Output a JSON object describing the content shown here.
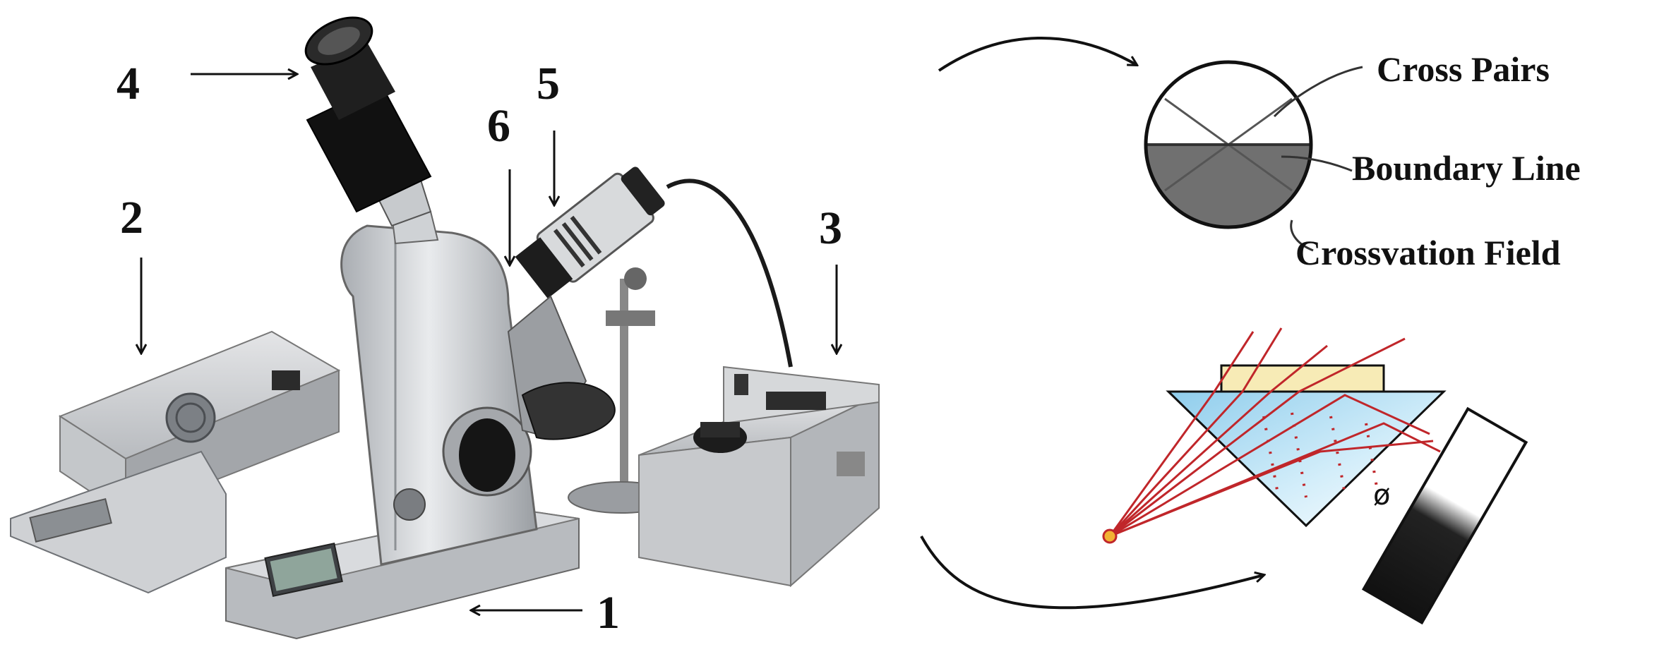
{
  "callouts": [
    "1",
    "2",
    "3",
    "4",
    "5",
    "6"
  ],
  "field_view": {
    "labels": [
      "Cross Pairs",
      "Boundary Line",
      "Crossvation Field"
    ]
  },
  "prism": {
    "angle_symbol": "ø"
  },
  "colors": {
    "ray": "#c0262a",
    "prism_fill": "#bfe3f6",
    "sample": "#f7ebb6",
    "field_dark": "#707070",
    "instrument_body": "#d4d6d9"
  }
}
